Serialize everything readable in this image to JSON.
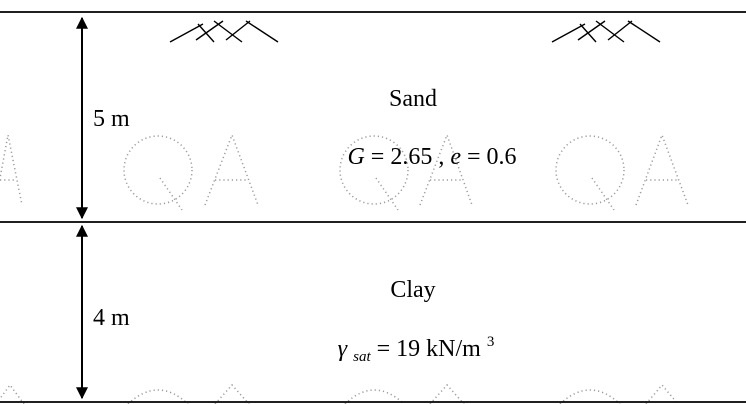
{
  "layers": [
    {
      "name": "Sand",
      "thickness_label": "5 m",
      "properties": [
        {
          "symbol": "G",
          "value": "2.65"
        },
        {
          "symbol": "e",
          "value": "0.6"
        }
      ]
    },
    {
      "name": "Clay",
      "thickness_label": "4 m",
      "unit_weight": {
        "symbol": "γ",
        "subscript": "sat",
        "value": "19 kN/m",
        "exponent": "3"
      }
    }
  ],
  "watermark_text": "QA",
  "colors": {
    "line": "#000000",
    "watermark": "#9a9a9a",
    "background": "#ffffff"
  }
}
